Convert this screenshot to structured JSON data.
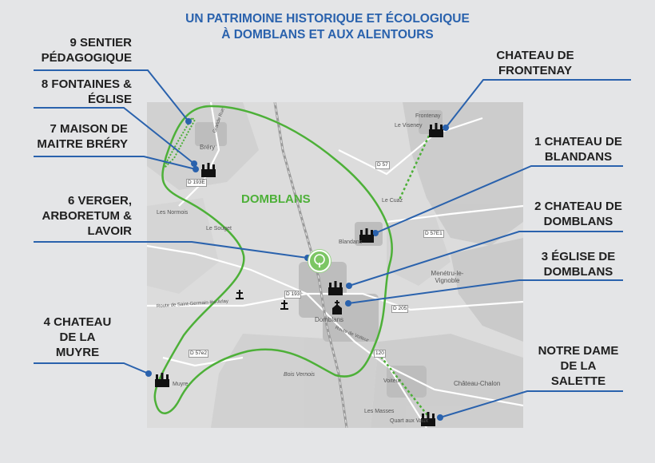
{
  "title": {
    "line1": "UN PATRIMOINE HISTORIQUE ET ÉCOLOGIQUE",
    "line2": "À DOMBLANS ET AUX ALENTOURS"
  },
  "colors": {
    "title": "#2a62ad",
    "leader_line": "#2a62ad",
    "route_green": "#4db038",
    "map_bg": "#dcdcdc",
    "page_bg": "#e4e5e7"
  },
  "map": {
    "area_label": "DOMBLANS",
    "towns": [
      "Frontenay",
      "Le Viseney",
      "Bréry",
      "Les Normois",
      "Le Souget",
      "Le Cuaz",
      "Blandans",
      "Menétru-le-Vignoble",
      "Domblans",
      "Muyre",
      "Bois Vernois",
      "Voiteur",
      "Château-Chalon",
      "Les Masses",
      "Quart aux Vaux",
      "Route de Saint-Germain-lès-Arlay",
      "Route de Voiteur",
      "Grande Rue"
    ],
    "roads": [
      "D 193E",
      "D 57",
      "D 57E1",
      "D 193",
      "D 205",
      "D 57e2",
      "120"
    ]
  },
  "labels": {
    "l9": [
      "9 SENTIER",
      "PÉDAGOGIQUE"
    ],
    "l8": [
      "8 FONTAINES &",
      "ÉGLISE"
    ],
    "l7": [
      "7 MAISON DE",
      "MAITRE BRÉRY"
    ],
    "l6": [
      "6 VERGER,",
      "ARBORETUM &",
      "LAVOIR"
    ],
    "l4": [
      "4 CHATEAU",
      "DE LA",
      "MUYRE"
    ],
    "frontenay": [
      "CHATEAU DE",
      "FRONTENAY"
    ],
    "l1": [
      "1 CHATEAU DE",
      "BLANDANS"
    ],
    "l2": [
      "2 CHATEAU DE",
      "DOMBLANS"
    ],
    "l3": [
      "3 ÉGLISE DE",
      "DOMBLANS"
    ],
    "salette": [
      "NOTRE DAME",
      "DE LA",
      "SALETTE"
    ]
  },
  "icons": {
    "castle": "castle-icon",
    "church": "church-icon",
    "cross": "cross-icon",
    "tree": "tree-icon"
  }
}
